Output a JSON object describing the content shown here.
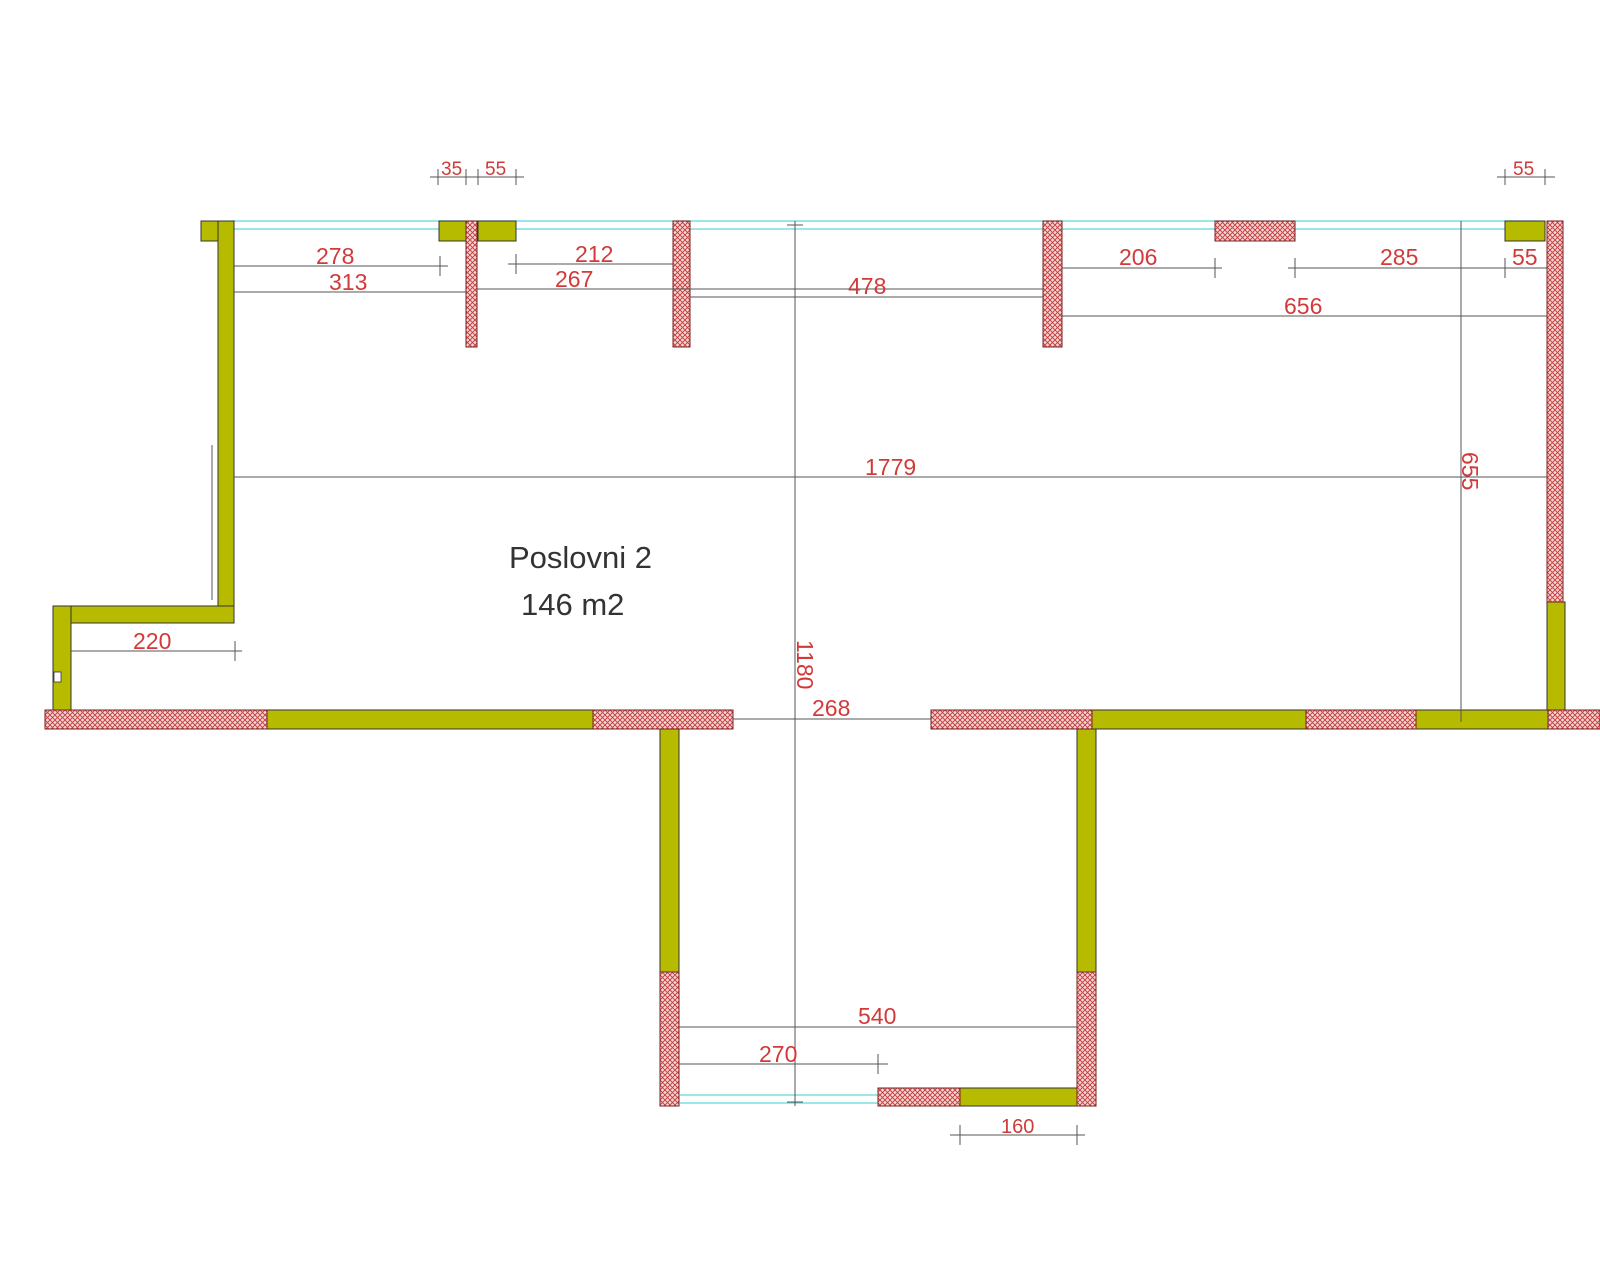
{
  "room": {
    "name": "Poslovni 2",
    "area": "146 m2"
  },
  "dimensions": {
    "top_35": "35",
    "top_55_a": "55",
    "top_55_b": "55",
    "d278": "278",
    "d313": "313",
    "d212": "212",
    "d267": "267",
    "d478": "478",
    "d206": "206",
    "d285": "285",
    "d55_right": "55",
    "d656": "656",
    "d1779": "1779",
    "d655": "655",
    "d220": "220",
    "d1180": "1180",
    "d268": "268",
    "d540": "540",
    "d270": "270",
    "d160": "160"
  },
  "colors": {
    "concrete_wall": "#b7bb00",
    "brick_wall_hatch": "#c23a3a",
    "glazing": "#5fd6d6",
    "dimension_text": "#d23a3a"
  }
}
